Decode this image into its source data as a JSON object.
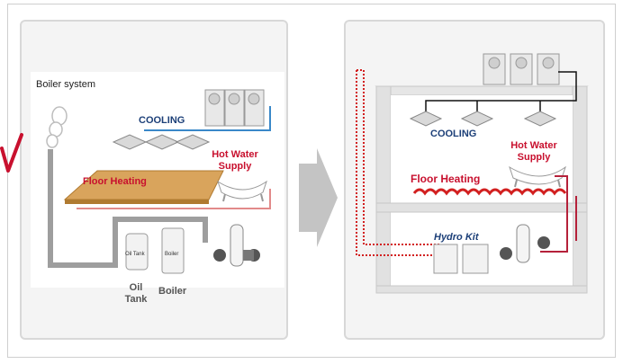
{
  "left": {
    "system_title": "Boiler system",
    "cooling": "COOLING",
    "hot_water": "Hot Water\nSupply",
    "floor_heating": "Floor Heating",
    "oil_tank_small": "Oil Tank",
    "boiler_small": "Boiler",
    "oil_tank": "Oil\nTank",
    "boiler": "Boiler"
  },
  "right": {
    "cooling": "COOLING",
    "hot_water": "Hot Water\nSupply",
    "floor_heating": "Floor Heating",
    "hydro_kit": "Hydro Kit"
  },
  "colors": {
    "accent_red": "#d21f1f",
    "cooling_blue": "#1c3f78",
    "pipe_gray": "#9e9e9e",
    "pink_pipe": "#e28a8a"
  }
}
